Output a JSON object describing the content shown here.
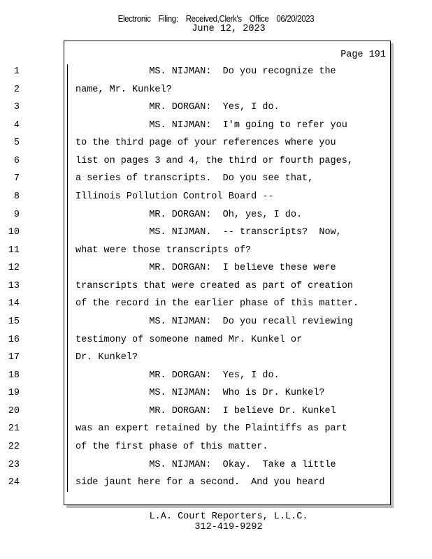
{
  "header": {
    "filing_parts": [
      "Electronic",
      "Filing:",
      "Received,Clerk's",
      "Office",
      "06/20/2023"
    ],
    "date": "June 12, 2023"
  },
  "page_label": "Page 191",
  "lines": [
    {
      "n": "1",
      "t": "             MS. NIJMAN:  Do you recognize the"
    },
    {
      "n": "2",
      "t": "name, Mr. Kunkel?"
    },
    {
      "n": "3",
      "t": "             MR. DORGAN:  Yes, I do."
    },
    {
      "n": "4",
      "t": "             MS. NIJMAN:  I'm going to refer you"
    },
    {
      "n": "5",
      "t": "to the third page of your references where you"
    },
    {
      "n": "6",
      "t": "list on pages 3 and 4, the third or fourth pages,"
    },
    {
      "n": "7",
      "t": "a series of transcripts.  Do you see that,"
    },
    {
      "n": "8",
      "t": "Illinois Pollution Control Board --"
    },
    {
      "n": "9",
      "t": "             MR. DORGAN:  Oh, yes, I do."
    },
    {
      "n": "10",
      "t": "             MS. NIJMAN.  -- transcripts?  Now,"
    },
    {
      "n": "11",
      "t": "what were those transcripts of?"
    },
    {
      "n": "12",
      "t": "             MR. DORGAN:  I believe these were"
    },
    {
      "n": "13",
      "t": "transcripts that were created as part of creation"
    },
    {
      "n": "14",
      "t": "of the record in the earlier phase of this matter."
    },
    {
      "n": "15",
      "t": "             MS. NIJMAN:  Do you recall reviewing"
    },
    {
      "n": "16",
      "t": "testimony of someone named Mr. Kunkel or"
    },
    {
      "n": "17",
      "t": "Dr. Kunkel?"
    },
    {
      "n": "18",
      "t": "             MR. DORGAN:  Yes, I do."
    },
    {
      "n": "19",
      "t": "             MS. NIJMAN:  Who is Dr. Kunkel?"
    },
    {
      "n": "20",
      "t": "             MR. DORGAN:  I believe Dr. Kunkel"
    },
    {
      "n": "21",
      "t": "was an expert retained by the Plaintiffs as part"
    },
    {
      "n": "22",
      "t": "of the first phase of this matter."
    },
    {
      "n": "23",
      "t": "             MS. NIJMAN:  Okay.  Take a little"
    },
    {
      "n": "24",
      "t": "side jaunt here for a second.  And you heard"
    }
  ],
  "footer": {
    "company": "L.A. Court Reporters, L.L.C.",
    "phone": "312-419-9292"
  }
}
